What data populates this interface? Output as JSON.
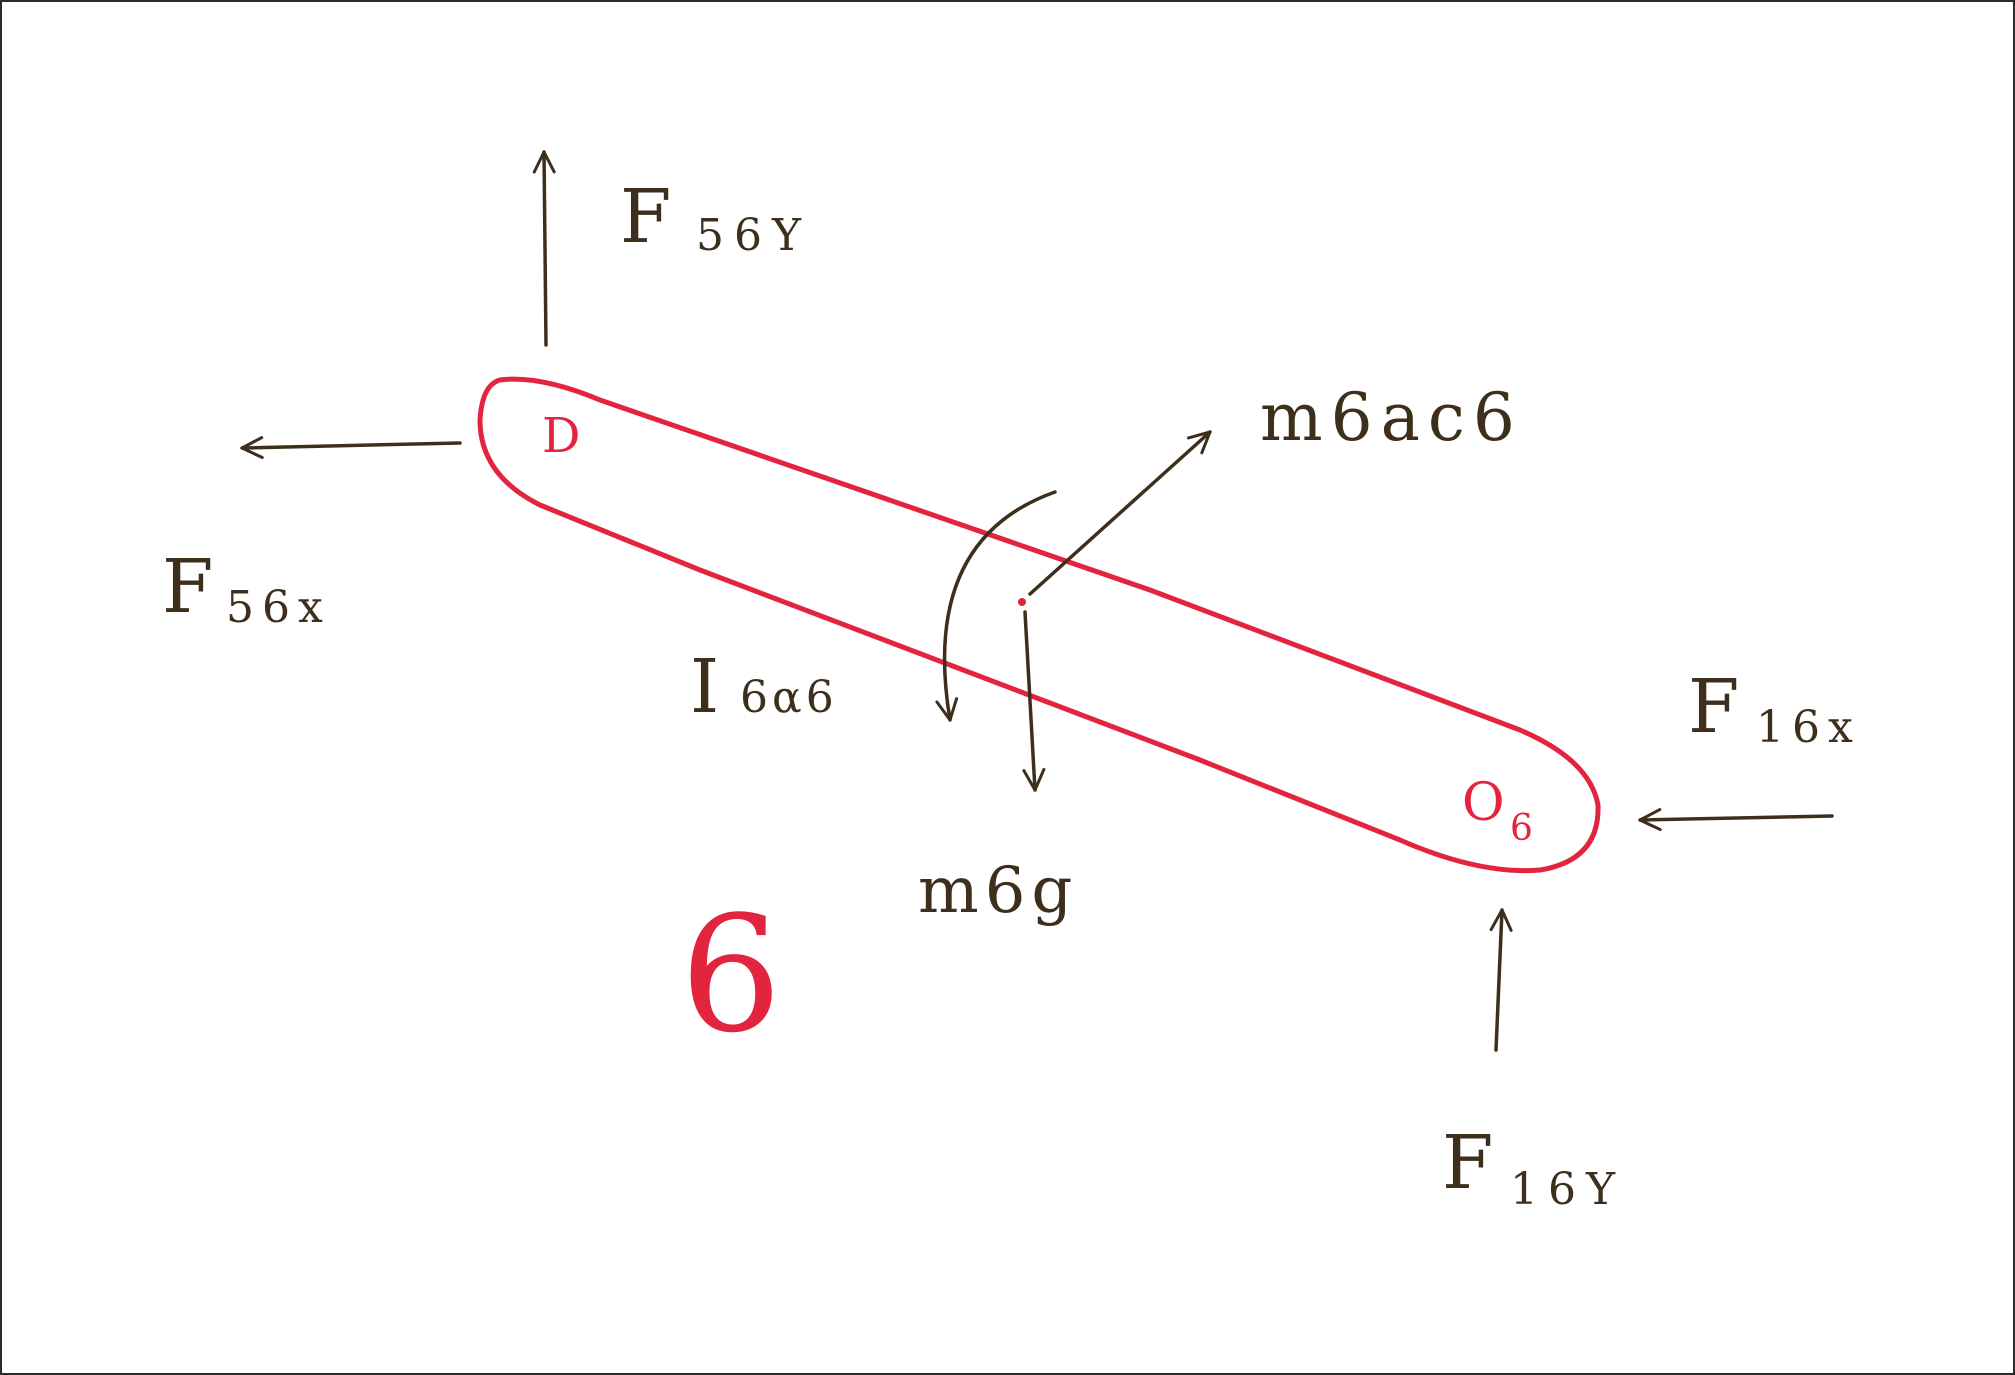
{
  "colors": {
    "ink": "#3d2f1c",
    "link": "#e2243f",
    "paper": "#ffffff"
  },
  "labels": {
    "f56y": {
      "main": "F",
      "sub": "56Y"
    },
    "f56x": {
      "main": "F",
      "sub": "56x"
    },
    "m6ac6": "m6ac6",
    "i6a6": {
      "main": "I",
      "sub": "6α6"
    },
    "m6g": "m6g",
    "f16x": {
      "main": "F",
      "sub": "16x"
    },
    "f16y": {
      "main": "F",
      "sub": "16Y"
    },
    "joint_d": "D",
    "joint_o6": {
      "main": "O",
      "sub": "6"
    },
    "link_number": "6"
  },
  "icons": {
    "link_body": "rounded-bar-outline",
    "force": "arrow-icon",
    "moment": "curved-arrow-icon"
  }
}
